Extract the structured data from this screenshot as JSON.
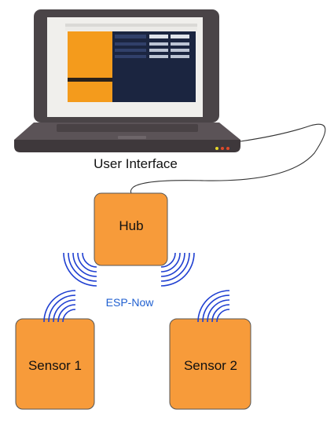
{
  "labels": {
    "user_interface": "User Interface",
    "hub": "Hub",
    "sensor1": "Sensor 1",
    "sensor2": "Sensor 2",
    "protocol": "ESP-Now"
  },
  "colors": {
    "node_fill": "#f79b3a",
    "node_stroke": "#555555",
    "wave": "#1f3fd1",
    "protocol_text": "#1f5fd0",
    "laptop_body": "#4a4447",
    "screen_sidebar": "#f49b1c",
    "screen_main": "#1b2540"
  }
}
